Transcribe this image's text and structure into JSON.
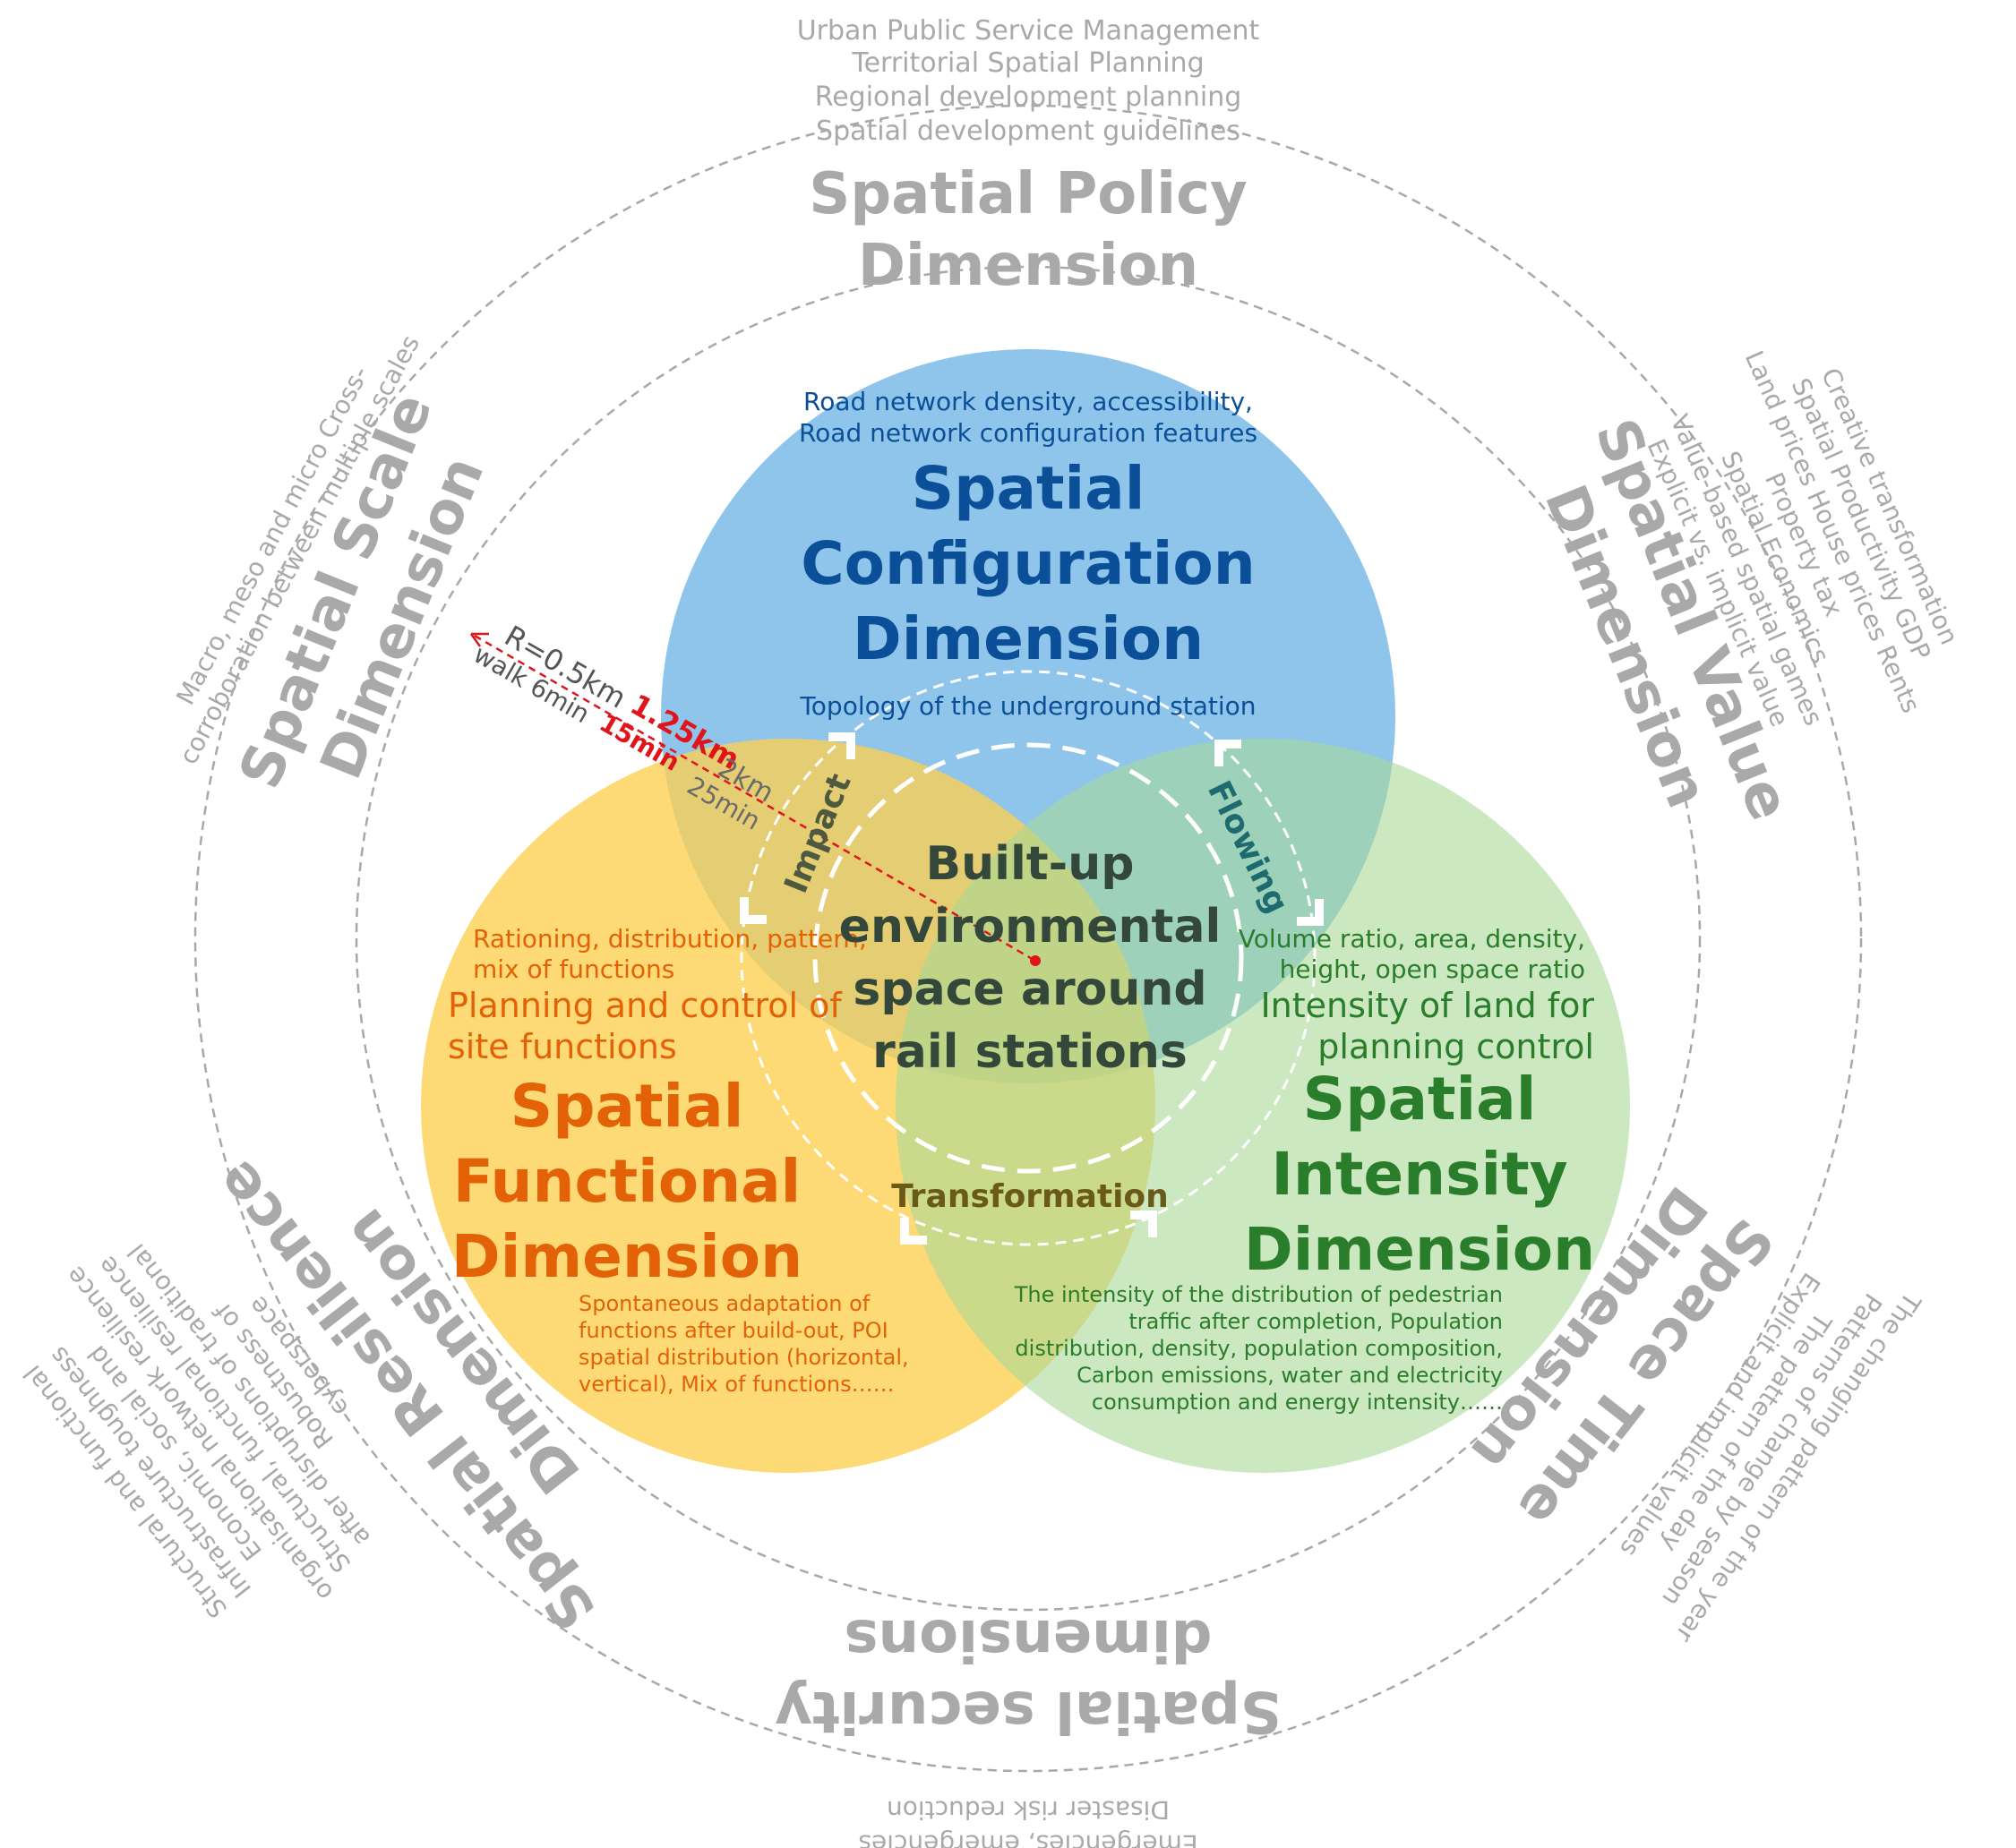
{
  "policy": {
    "items": [
      "Urban Public Service Management",
      "Territorial Spatial Planning",
      "Regional development planning",
      "Spatial development guidelines"
    ],
    "title": [
      "Spatial Policy",
      "Dimension"
    ]
  },
  "scale": {
    "title": [
      "Spatial Scale",
      "Dimension"
    ],
    "items": [
      "Macro, meso and micro Cross-",
      "corroboration between multiple scales"
    ]
  },
  "value": {
    "title": [
      "Spatial Value",
      "Dimension"
    ],
    "items": [
      "Creative transformation",
      "Spatial Productivity GDP",
      "Land prices House prices Rents",
      "Property tax",
      "Spatial Economics",
      "Value-based spatial games",
      "Explicit vs. implicit value"
    ]
  },
  "resilience": {
    "title": [
      "Spatial Resilience",
      "Dimension"
    ],
    "items": [
      "Structural and functional",
      "Infrastructure toughness",
      "Economic, social and",
      "organisational network resilience",
      "Structural, functional resilience",
      "after disruptions of traditional",
      "Robustness of",
      "cyberspace"
    ]
  },
  "spacetime": {
    "title": [
      "Space Time",
      "Dimension"
    ],
    "items": [
      "The changing pattern of the year",
      "Patterns of change by season",
      "The pattern of the day",
      "Explicit and implicit values"
    ]
  },
  "security": {
    "title": [
      "Spatial security",
      "dimensions"
    ],
    "items": [
      "Disaster risk reduction",
      "Emergencies, emergencies"
    ]
  },
  "configuration": {
    "subtitle": [
      "Road network density, accessibility,",
      "Road network configuration features"
    ],
    "title": [
      "Spatial",
      "Configuration",
      "Dimension"
    ],
    "topology": "Topology of the underground station"
  },
  "functional": {
    "sub1": [
      "Rationing, distribution, pattern,",
      "mix of functions"
    ],
    "sub2": [
      "Planning and control of",
      "site functions"
    ],
    "title": [
      "Spatial",
      "Functional",
      "Dimension"
    ],
    "note": [
      "Spontaneous adaptation of",
      "functions after build-out, POI",
      "spatial distribution (horizontal,",
      "vertical), Mix of functions……"
    ]
  },
  "intensity": {
    "sub1": [
      "Volume ratio, area, density,",
      "height, open space ratio"
    ],
    "sub2": [
      "Intensity of land for",
      "planning control"
    ],
    "title": [
      "Spatial",
      "Intensity",
      "Dimension"
    ],
    "note": [
      "The intensity of the distribution of pedestrian",
      "traffic after completion, Population",
      "distribution, density, population composition,",
      "Carbon emissions, water and electricity",
      "consumption and energy intensity……"
    ]
  },
  "center": {
    "title": [
      "Built-up",
      "environmental",
      "space around",
      "rail stations"
    ]
  },
  "flows": {
    "impact": "Impact",
    "flowing": "Flowing",
    "transformation": "Transformation"
  },
  "radius": {
    "r1": "R=0.5km",
    "r1_time": "walk 6min",
    "r2": "1.25km",
    "r2_time": "15min",
    "r3": "2km",
    "r3_time": "25min"
  },
  "colors": {
    "blue": "#7bbbe6",
    "yellow": "#fcd04f",
    "green": "#b9deaa",
    "grey_text": "#a9a9a9",
    "red": "#e0141b"
  }
}
